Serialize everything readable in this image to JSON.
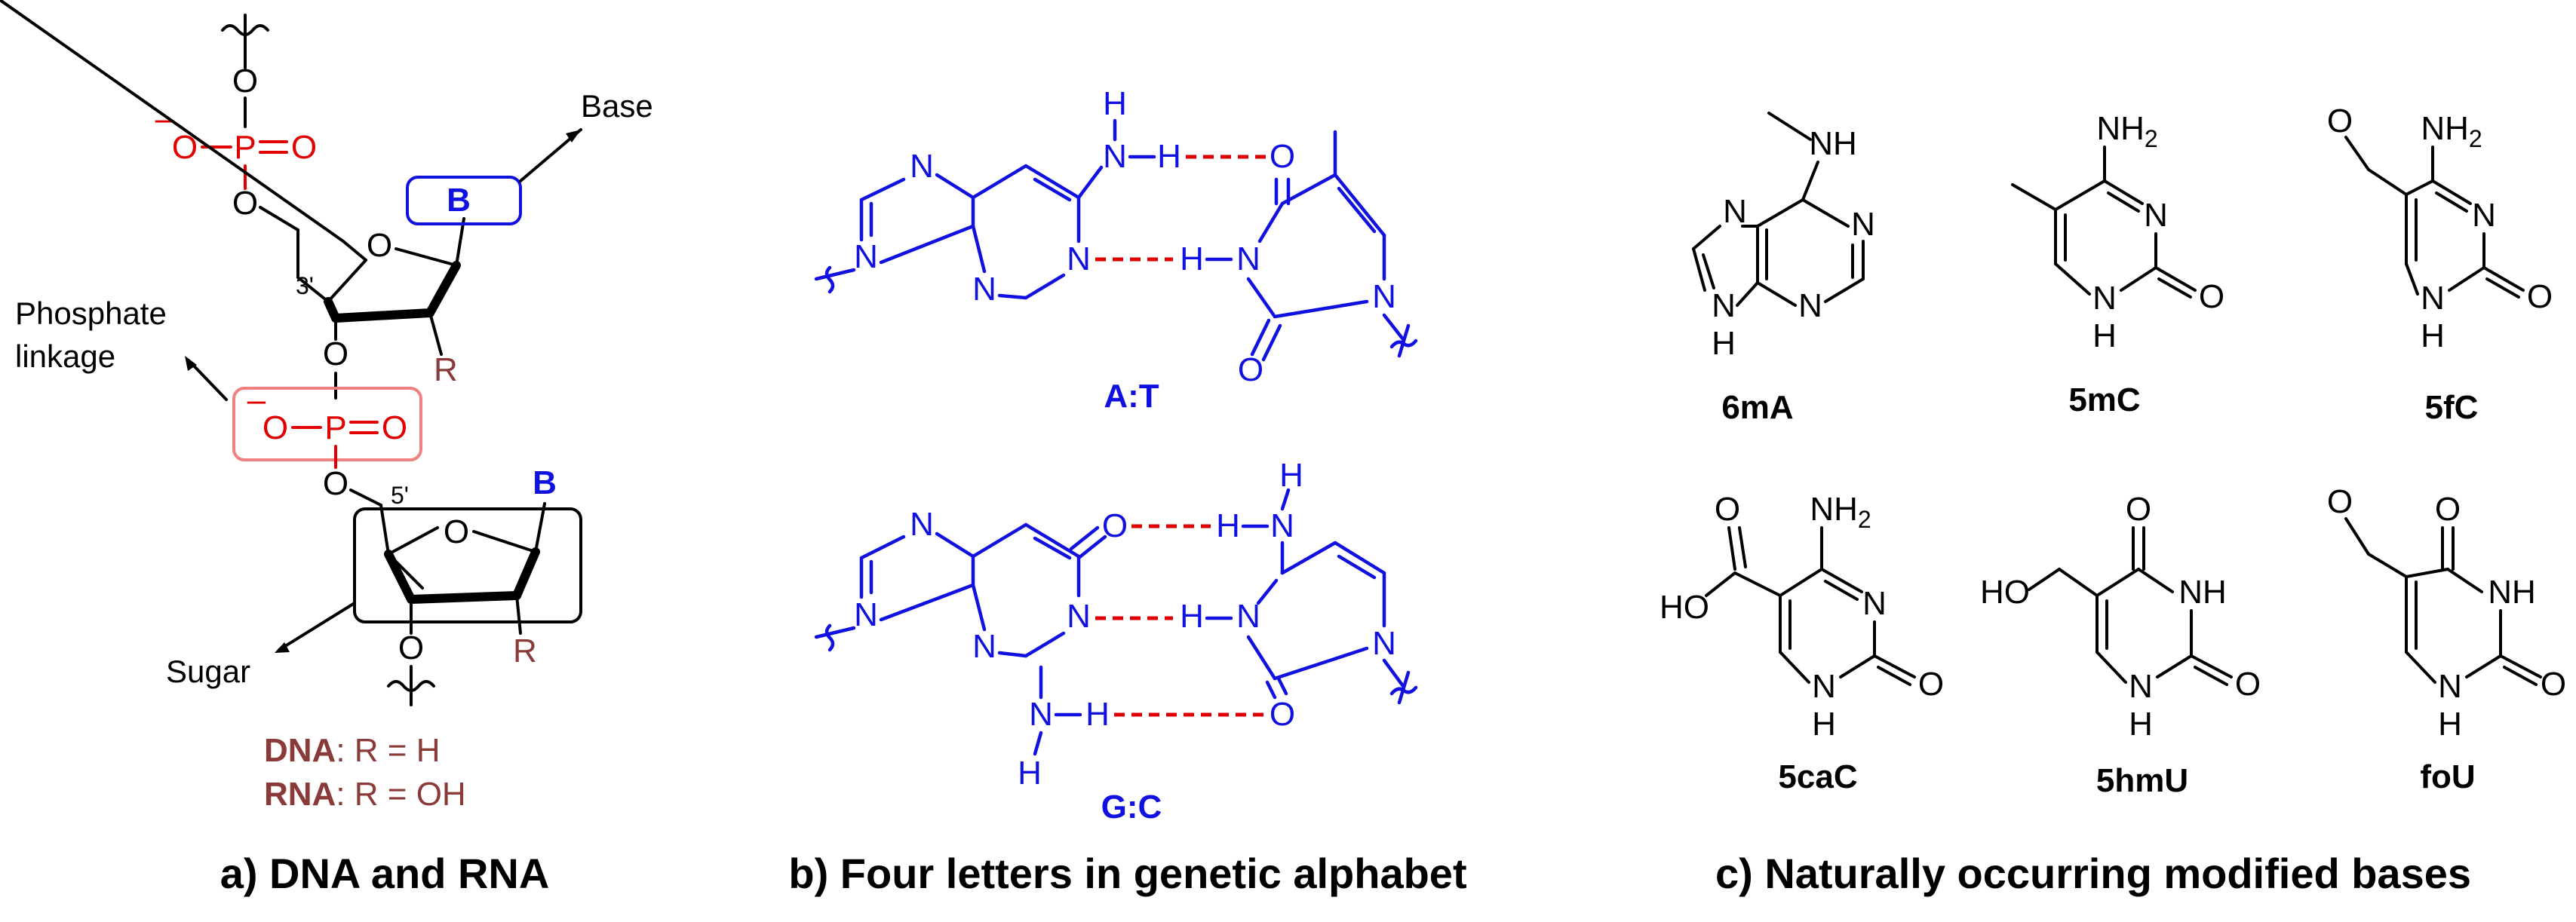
{
  "colors": {
    "black": "#000000",
    "phosphate_red": "#e00000",
    "base_blue": "#1010e0",
    "r_brown": "#8b3a3a",
    "highlight_pink": "#f08080"
  },
  "panel_a": {
    "caption": "a) DNA and RNA",
    "label_base": "Base",
    "label_phosphate_1": "Phosphate",
    "label_phosphate_2": "linkage",
    "label_sugar": "Sugar",
    "atom_B": "B",
    "atom_O": "O",
    "atom_P": "P",
    "atom_minus": "–",
    "atom_R": "R",
    "label_3prime": "3'",
    "label_5prime": "5'",
    "dna_name": "DNA",
    "dna_rest": ": R = H",
    "rna_name": "RNA",
    "rna_rest": ": R = OH"
  },
  "panel_b": {
    "caption": "b) Four letters in genetic alphabet",
    "pair_1": "A:T",
    "pair_2": "G:C",
    "atom_N": "N",
    "atom_H": "H",
    "atom_O": "O"
  },
  "panel_c": {
    "caption": "c) Naturally occurring modified bases",
    "bases": [
      "6mA",
      "5mC",
      "5fC",
      "5caC",
      "5hmU",
      "foU"
    ],
    "atom_N": "N",
    "atom_H": "H",
    "atom_O": "O",
    "atom_NH": "NH",
    "atom_NH2": "NH",
    "sub_2": "2",
    "atom_HO": "HO"
  }
}
